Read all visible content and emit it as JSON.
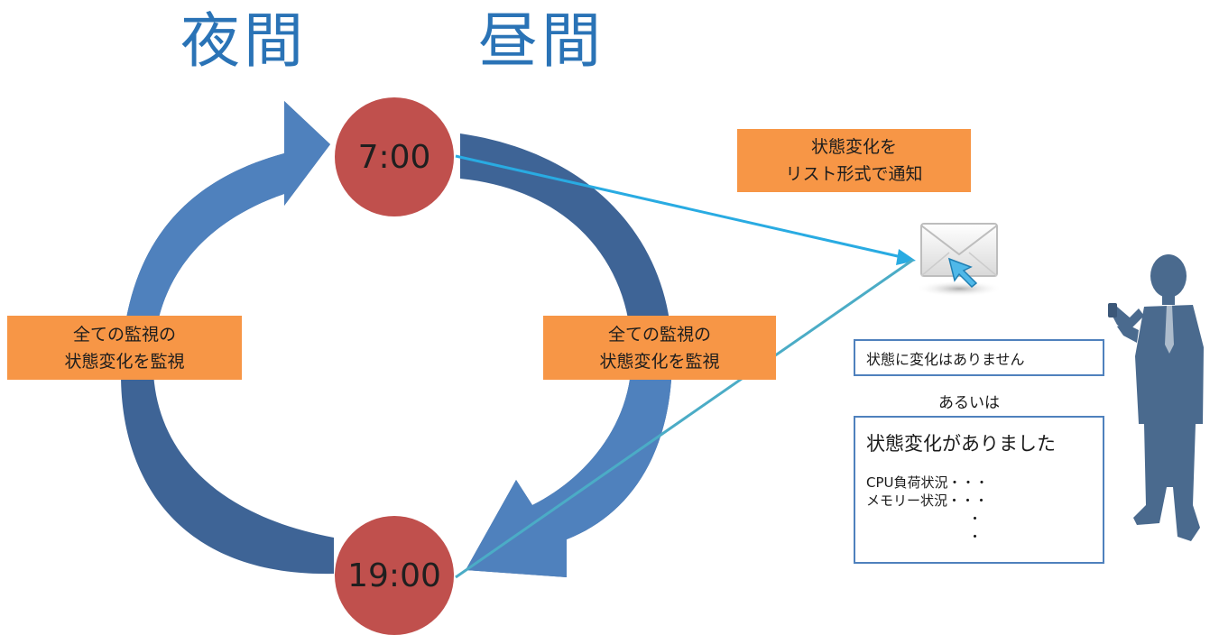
{
  "headings": {
    "night": "夜間",
    "day": "昼間"
  },
  "times": {
    "morning": "7:00",
    "evening": "19:00"
  },
  "monitor_label_left": {
    "line1": "全ての監視の",
    "line2": "状態変化を監視"
  },
  "monitor_label_right": {
    "line1": "全ての監視の",
    "line2": "状態変化を監視"
  },
  "notify_label": {
    "line1": "状態変化を",
    "line2": "リスト形式で通知"
  },
  "status_no_change": "状態に変化はありません",
  "or_text": "あるいは",
  "status_changed": {
    "title": "状態変化がありました",
    "lines": [
      "CPU負荷状況・・・",
      "メモリー状況・・・",
      "・",
      "・"
    ]
  },
  "colors": {
    "heading": "#2a73b6",
    "time_circle": "#c0504d",
    "orange_box": "#f79646",
    "arrow_dark": "#3e6496",
    "arrow_light": "#4f81bd",
    "line_to_mail": "#29abe2",
    "line_from_mail": "#4bacc6",
    "person": "#4a6a8e"
  },
  "icons": {
    "mail": "envelope-with-cursor-icon",
    "person": "businessman-with-phone-icon"
  }
}
